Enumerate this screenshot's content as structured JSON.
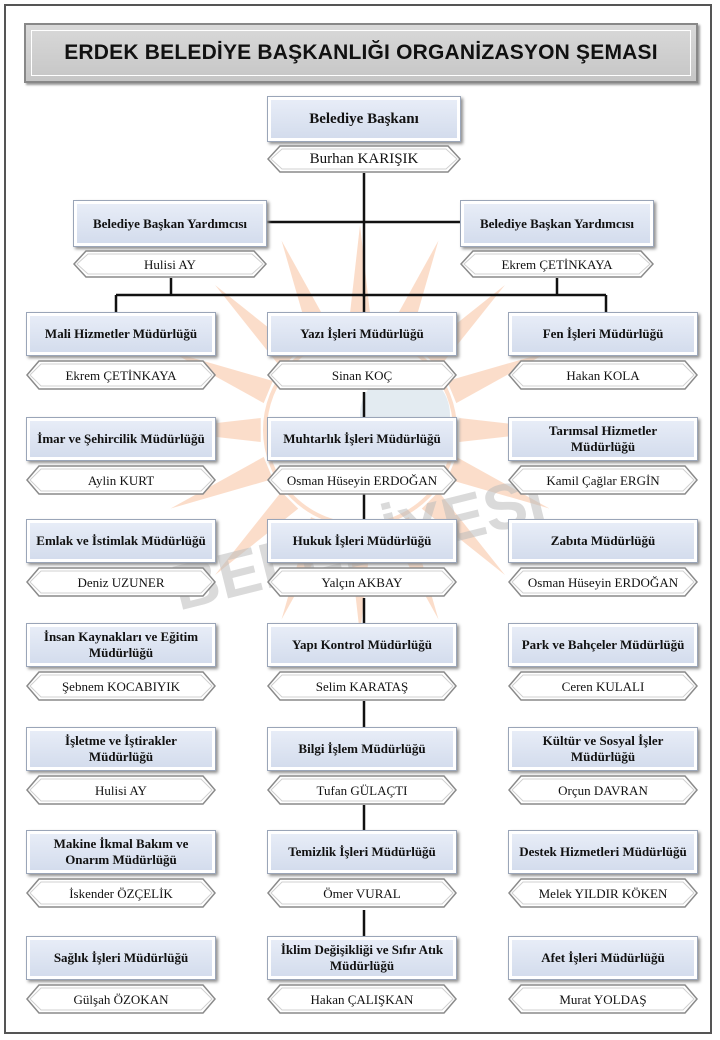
{
  "title": "ERDEK BELEDİYE BAŞKANLIĞI ORGANİZASYON ŞEMASI",
  "colors": {
    "box_top": "#e9eef8",
    "box_bottom": "#d2dbec",
    "watermark": "#f6a06a",
    "title_bg": "#d0d0d0"
  },
  "mayor": {
    "title": "Belediye Başkanı",
    "name": "Burhan KARIŞIK"
  },
  "deputies": [
    {
      "title": "Belediye Başkan Yardımcısı",
      "name": "Hulisi AY"
    },
    {
      "title": "Belediye Başkan Yardımcısı",
      "name": "Ekrem ÇETİNKAYA"
    }
  ],
  "columns": [
    [
      {
        "title": "Mali Hizmetler Müdürlüğü",
        "name": "Ekrem ÇETİNKAYA"
      },
      {
        "title": "İmar ve Şehircilik Müdürlüğü",
        "name": "Aylin KURT"
      },
      {
        "title": "Emlak ve İstimlak Müdürlüğü",
        "name": "Deniz UZUNER"
      },
      {
        "title": "İnsan Kaynakları ve Eğitim Müdürlüğü",
        "name": "Şebnem KOCABIYIK"
      },
      {
        "title": "İşletme ve İştirakler Müdürlüğü",
        "name": "Hulisi AY"
      },
      {
        "title": "Makine İkmal Bakım ve Onarım Müdürlüğü",
        "name": "İskender ÖZÇELİK"
      },
      {
        "title": "Sağlık İşleri Müdürlüğü",
        "name": "Gülşah ÖZOKAN"
      }
    ],
    [
      {
        "title": "Yazı İşleri Müdürlüğü",
        "name": "Sinan KOÇ"
      },
      {
        "title": "Muhtarlık İşleri Müdürlüğü",
        "name": "Osman Hüseyin ERDOĞAN"
      },
      {
        "title": "Hukuk İşleri Müdürlüğü",
        "name": "Yalçın AKBAY"
      },
      {
        "title": "Yapı Kontrol Müdürlüğü",
        "name": "Selim KARATAŞ"
      },
      {
        "title": "Bilgi İşlem Müdürlüğü",
        "name": "Tufan GÜLAÇTI"
      },
      {
        "title": "Temizlik İşleri Müdürlüğü",
        "name": "Ömer VURAL"
      },
      {
        "title": "İklim Değişikliği ve Sıfır Atık Müdürlüğü",
        "name": "Hakan ÇALIŞKAN"
      }
    ],
    [
      {
        "title": "Fen İşleri Müdürlüğü",
        "name": "Hakan KOLA"
      },
      {
        "title": "Tarımsal Hizmetler Müdürlüğü",
        "name": "Kamil Çağlar ERGİN"
      },
      {
        "title": "Zabıta Müdürlüğü",
        "name": "Osman Hüseyin ERDOĞAN"
      },
      {
        "title": "Park ve Bahçeler Müdürlüğü",
        "name": "Ceren KULALI"
      },
      {
        "title": "Kültür ve Sosyal İşler Müdürlüğü",
        "name": "Orçun DAVRAN"
      },
      {
        "title": "Destek Hizmetleri Müdürlüğü",
        "name": "Melek YILDIR KÖKEN"
      },
      {
        "title": "Afet İşleri Müdürlüğü",
        "name": "Murat YOLDAŞ"
      }
    ]
  ],
  "watermark": {
    "text": "BELEDİYESİ"
  }
}
